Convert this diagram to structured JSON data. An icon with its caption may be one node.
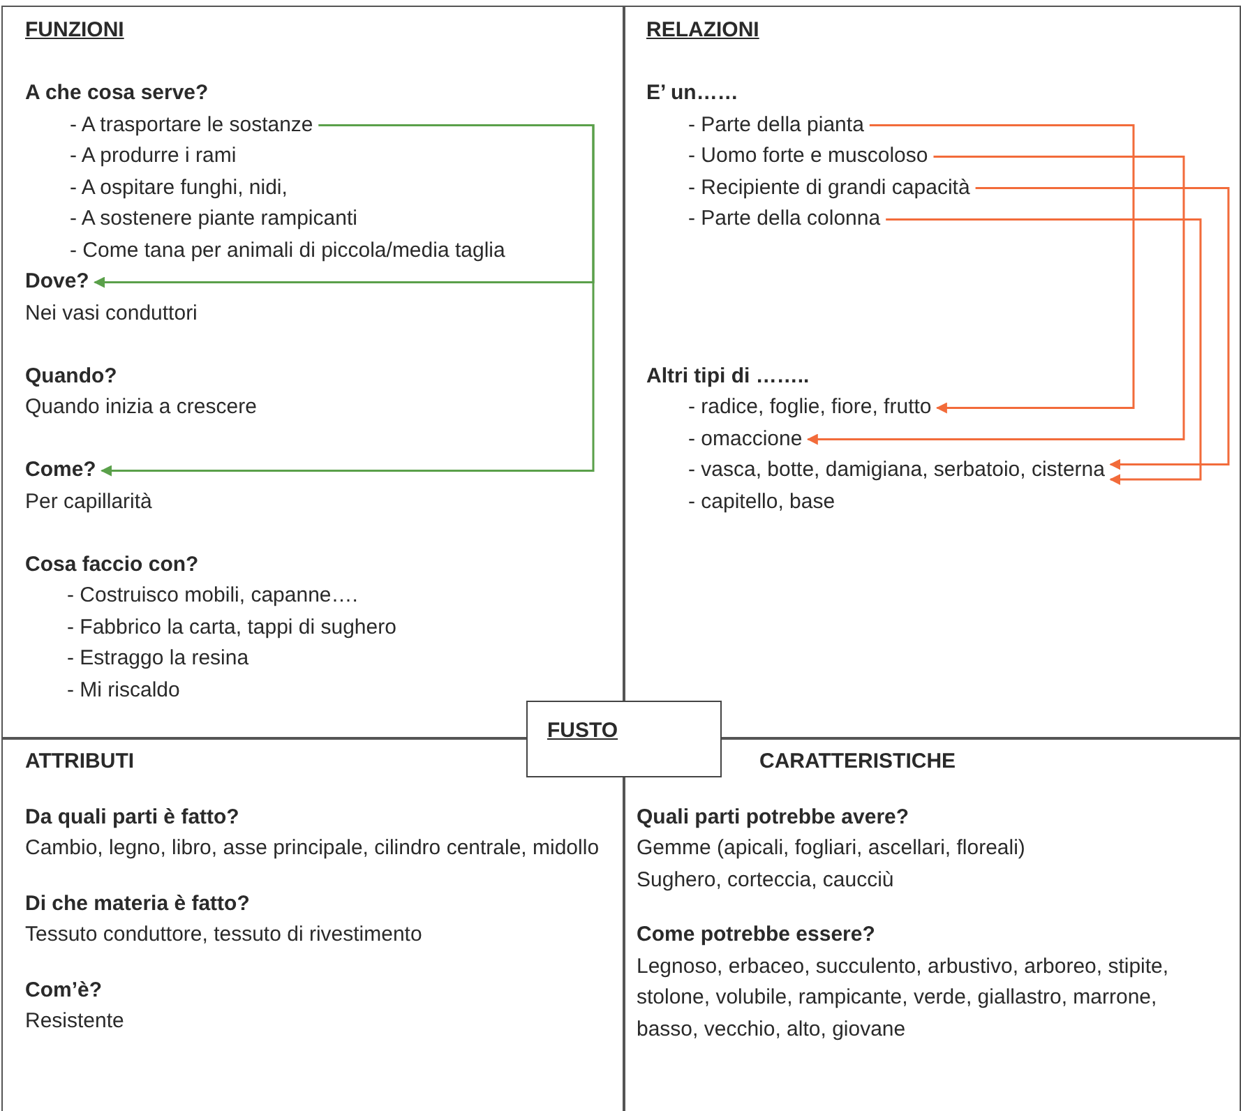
{
  "diagram": {
    "nodes": [
      {
        "text": [
          "FUNZIONI",
          "A che cosa serve?",
          "- A produrre i rami",
          "- A ospitare funghi, nidi,",
          "- A sostenere piante rampicanti",
          "- Come tana per animali di piccola/media taglia",
          "Nei vasi conduttori",
          "Quando?",
          "Quando inizia a crescere",
          "Per capillarità",
          "Cosa faccio con?",
          "- Costruisco mobili, capanne….",
          "- Fabbrico la carta, tappi di sughero",
          "- Estraggo la resina",
          "- Mi riscaldo"
        ]
      },
      {
        "text": [
          "- A trasportare le sostanze"
        ],
        "in": 0
      },
      {
        "text": [
          "Dove?"
        ],
        "in": 0
      },
      {
        "text": [
          "Come?"
        ],
        "in": 0
      },
      {
        "text": [
          "RELAZIONI",
          "E’ un……",
          "Altri tipi di ……..",
          "- capitello, base"
        ]
      },
      {
        "text": [
          "- Parte della pianta"
        ],
        "in": 4
      },
      {
        "text": [
          "- Uomo forte e muscoloso"
        ],
        "in": 4
      },
      {
        "text": [
          "- Recipiente di grandi capacità"
        ],
        "in": 4
      },
      {
        "text": [
          "- Parte della colonna"
        ],
        "in": 4
      },
      {
        "text": [
          "- radice, foglie, fiore, frutto"
        ],
        "in": 4
      },
      {
        "text": [
          "- omaccione"
        ],
        "in": 4
      },
      {
        "text": [
          "- vasca, botte, damigiana, serbatoio, cisterna"
        ],
        "in": 4
      },
      {
        "text": [
          "ATTRIBUTI",
          "Da quali parti è fatto?",
          "Cambio, legno, libro, asse principale, cilindro centrale, midollo",
          "Di che materia è fatto?",
          "Tessuto conduttore, tessuto di rivestimento",
          "Com’è?",
          "Resistente"
        ]
      },
      {
        "text": [
          "CARATTERISTICHE",
          "Quali parti potrebbe avere?",
          "Gemme (apicali, fogliari, ascellari, floreali)",
          "Sughero, corteccia, caucciù",
          "Come potrebbe essere?",
          "Legnoso, erbaceo, succulento, arbustivo, arboreo, stipite, stolone, volubile, rampicante, verde, giallastro, marrone, basso, vecchio, alto, giovane"
        ]
      },
      {
        "text": [
          "FUSTO"
        ]
      }
    ],
    "edges": [
      {
        "from": 1,
        "to": 2,
        "arrow": "to",
        "color": "#5aa04a"
      },
      {
        "from": 1,
        "to": 3,
        "arrow": "to",
        "color": "#5aa04a"
      },
      {
        "from": 5,
        "to": 9,
        "arrow": "to"
      },
      {
        "from": 6,
        "to": 10,
        "arrow": "to"
      },
      {
        "from": 7,
        "to": 11,
        "arrow": "to"
      },
      {
        "from": 8,
        "to": 11,
        "arrow": "to"
      }
    ]
  }
}
